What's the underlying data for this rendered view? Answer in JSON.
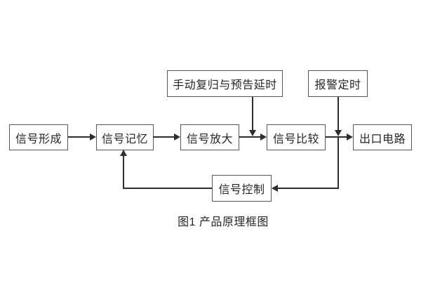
{
  "figure": {
    "caption": "图1 产品原理框图"
  },
  "nodes": {
    "signal_formation": {
      "label": "信号形成"
    },
    "signal_memory": {
      "label": "信号记忆"
    },
    "signal_amplify": {
      "label": "信号放大"
    },
    "signal_compare": {
      "label": "信号比较"
    },
    "output_circuit": {
      "label": "出口电路"
    },
    "manual_reset_delay": {
      "label": "手动复归与预告延时"
    },
    "alarm_timing": {
      "label": "报警定时"
    },
    "signal_control": {
      "label": "信号控制"
    }
  },
  "edges": [
    {
      "from": "signal_formation",
      "to": "signal_memory"
    },
    {
      "from": "signal_memory",
      "to": "signal_amplify"
    },
    {
      "from": "signal_amplify",
      "to": "signal_compare"
    },
    {
      "from": "signal_compare",
      "to": "output_circuit"
    },
    {
      "from": "manual_reset_delay",
      "to": "amplify_compare_link"
    },
    {
      "from": "alarm_timing",
      "to": "compare_output_link"
    },
    {
      "from": "compare_output_link",
      "to": "signal_control"
    },
    {
      "from": "signal_control",
      "to": "signal_memory"
    }
  ],
  "colors": {
    "background": "#ffffff",
    "box_border": "#575757",
    "line": "#2e2e2e",
    "text": "#262626"
  }
}
